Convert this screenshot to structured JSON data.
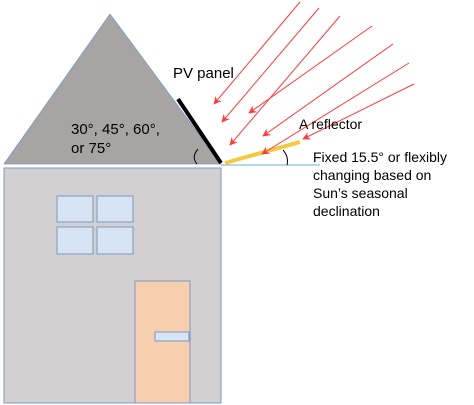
{
  "labels": {
    "pv_panel": "PV panel",
    "roof_angles_line1": "30°, 45°, 60°,",
    "roof_angles_line2": "or 75°",
    "reflector": "A reflector",
    "fixed_line1": "Fixed 15.5° or flexibly",
    "fixed_line2": "changing based on",
    "fixed_line3": "Sun’s seasonal",
    "fixed_line4": "declination"
  },
  "colors": {
    "roof": "#a6a5a4",
    "wall": "#d2d0d0",
    "window": "#d6e4f3",
    "window_stroke": "#7c98c5",
    "door": "#f7cfae",
    "door_stroke": "#7c98c5",
    "door_handle": "#d6e4f3",
    "pv_panel": "#000000",
    "reflector": "#f5c842",
    "sun_rays": "#ff3b3b",
    "ground_line": "#9ec8e4",
    "outline": "#7c98c5"
  },
  "icons": {
    "sun_rays": "arrow-icon"
  }
}
